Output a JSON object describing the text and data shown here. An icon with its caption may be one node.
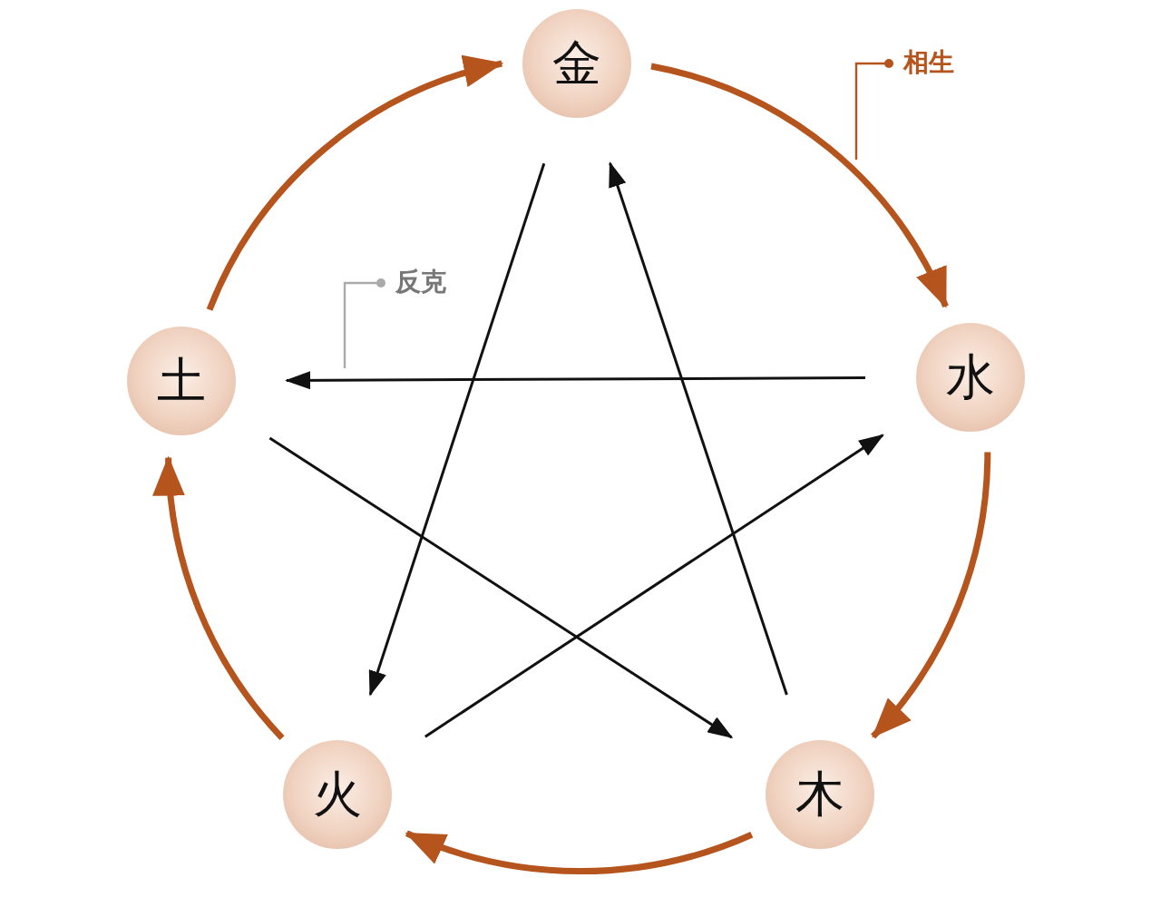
{
  "diagram": {
    "nodes": [
      {
        "text": [
          "金"
        ]
      },
      {
        "text": [
          "水"
        ]
      },
      {
        "text": [
          "木"
        ]
      },
      {
        "text": [
          "火"
        ]
      },
      {
        "text": [
          "土"
        ]
      },
      {
        "text": [
          "相生"
        ]
      },
      {
        "text": [
          "反克"
        ]
      }
    ],
    "edges": [
      {
        "from": 0,
        "to": 1,
        "arrow": "to",
        "style": "thick",
        "color": "#b5541c"
      },
      {
        "from": 1,
        "to": 2,
        "arrow": "to",
        "style": "thick",
        "color": "#b5541c"
      },
      {
        "from": 2,
        "to": 3,
        "arrow": "to",
        "style": "thick",
        "color": "#b5541c"
      },
      {
        "from": 3,
        "to": 4,
        "arrow": "to",
        "style": "thick",
        "color": "#b5541c"
      },
      {
        "from": 4,
        "to": 0,
        "arrow": "to",
        "style": "thick",
        "color": "#b5541c"
      },
      {
        "from": 0,
        "to": 3,
        "arrow": "to",
        "color": "#111111"
      },
      {
        "from": 3,
        "to": 1,
        "arrow": "to",
        "color": "#111111"
      },
      {
        "from": 1,
        "to": 4,
        "arrow": "to",
        "color": "#111111"
      },
      {
        "from": 4,
        "to": 2,
        "arrow": "to",
        "color": "#111111"
      },
      {
        "from": 2,
        "to": 0,
        "arrow": "to",
        "color": "#111111"
      },
      {
        "from": 5,
        "to": null,
        "arrow": "other",
        "color": "#b5541c"
      },
      {
        "from": 6,
        "to": null,
        "arrow": "other",
        "color": "#aaaaaa"
      }
    ]
  }
}
